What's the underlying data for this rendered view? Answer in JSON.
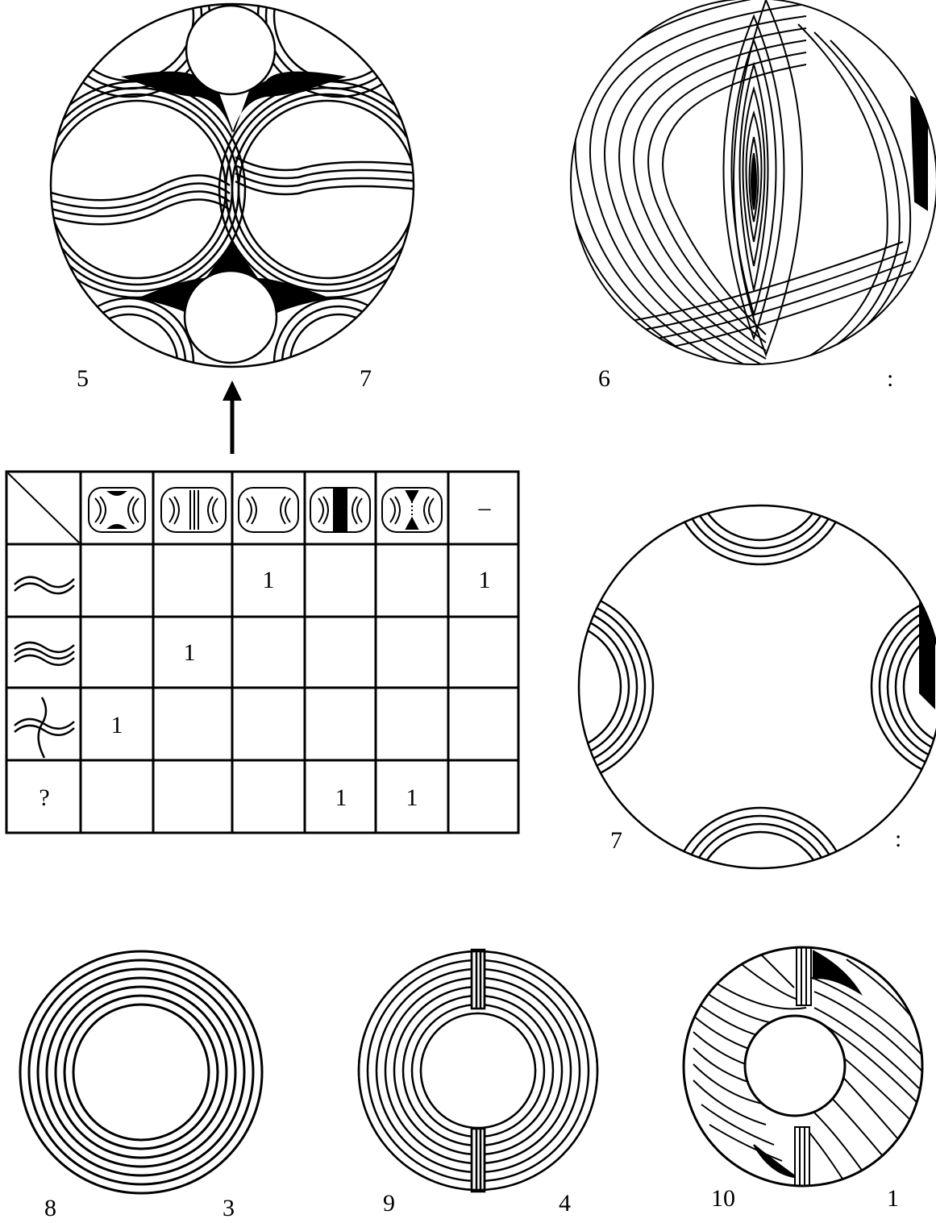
{
  "figure_labels": {
    "fig5": {
      "left": "5",
      "right": "7"
    },
    "fig6": {
      "left": "6",
      "right": ":"
    },
    "fig7": {
      "left": "7",
      "right": ":"
    },
    "fig8": {
      "left": "8",
      "right": "3"
    },
    "fig9": {
      "left": "9",
      "right": "4"
    },
    "fig10": {
      "left": "10",
      "right": "1"
    }
  },
  "table": {
    "header_last": "–",
    "row4_label": "?",
    "cells": {
      "r1c3": "1",
      "r1c6": "1",
      "r2c2": "1",
      "r3c1": "1",
      "r4c4": "1",
      "r4c5": "1"
    }
  },
  "colors": {
    "ink": "#000000",
    "paper": "#ffffff"
  }
}
